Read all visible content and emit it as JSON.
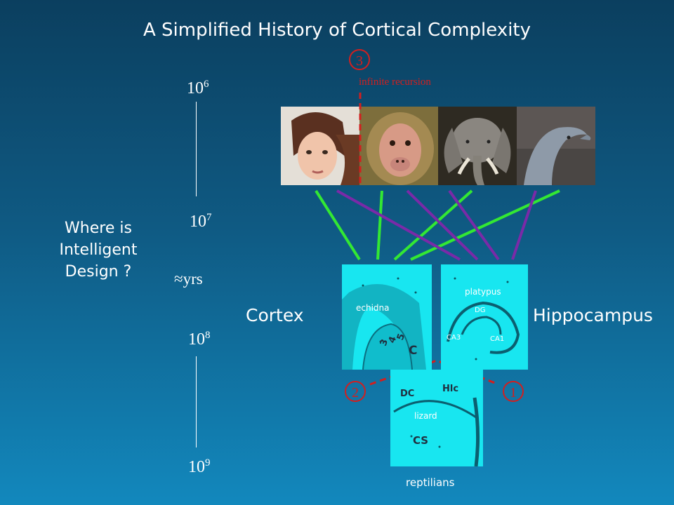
{
  "title": "A Simplified History of Cortical Complexity",
  "timescale": {
    "ticks": [
      {
        "base": "10",
        "exp": "6"
      },
      {
        "base": "10",
        "exp": "7"
      },
      {
        "base": "10",
        "exp": "8"
      },
      {
        "base": "10",
        "exp": "9"
      }
    ],
    "unit": "≈yrs"
  },
  "question": [
    "Where is",
    "Intelligent",
    "Design ?"
  ],
  "labels": {
    "cortex": "Cortex",
    "hippocampus": "Hippocampus",
    "reptilians": "reptilians"
  },
  "annotations": {
    "marker_1": "1",
    "marker_2": "2",
    "marker_3": "3",
    "infinite_recursion": "infinite recursion"
  },
  "slices": {
    "echidna": {
      "name": "echidna",
      "layers": [
        "3",
        "4",
        "5"
      ],
      "region": "C"
    },
    "platypus": {
      "name": "platypus",
      "dg": "DG",
      "ca3": "CA3",
      "ca1": "CA1"
    },
    "lizard": {
      "name": "lizard",
      "dc": "DC",
      "hic": "Hlc",
      "cs": "CS"
    }
  },
  "photos": [
    "child",
    "monkey",
    "elephant",
    "dolphin"
  ],
  "colors": {
    "cortex_connection": "#33e833",
    "hippocampus_connection": "#7a2aa8",
    "annotation_red": "#d21f1f"
  }
}
